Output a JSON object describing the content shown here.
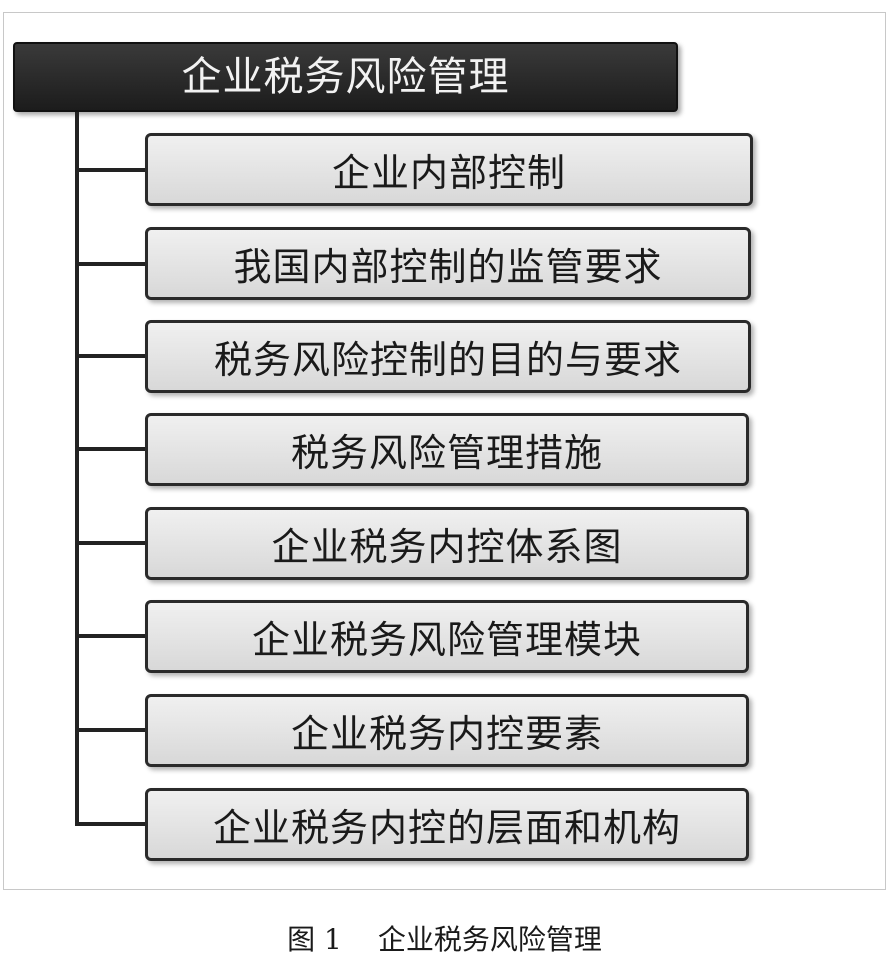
{
  "diagram": {
    "root": {
      "label": "企业税务风险管理"
    },
    "children": [
      {
        "label": "企业内部控制"
      },
      {
        "label": "我国内部控制的监管要求"
      },
      {
        "label": "税务风险控制的目的与要求"
      },
      {
        "label": "税务风险管理措施"
      },
      {
        "label": "企业税务内控体系图"
      },
      {
        "label": "企业税务风险管理模块"
      },
      {
        "label": "企业税务内控要素"
      },
      {
        "label": "企业税务内控的层面和机构"
      }
    ]
  },
  "caption": {
    "figure_number": "图 1",
    "title": "企业税务风险管理"
  }
}
